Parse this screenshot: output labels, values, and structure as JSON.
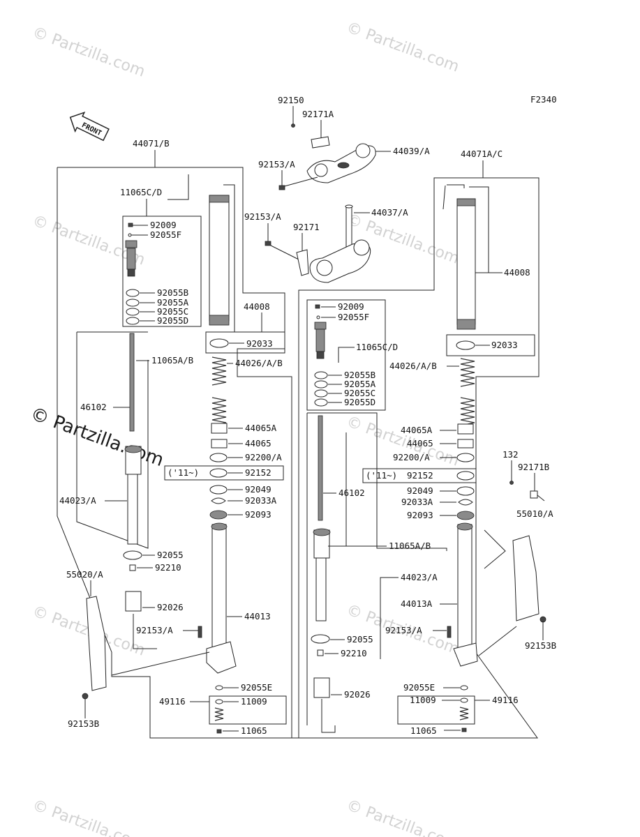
{
  "watermark": {
    "text": "© Partzilla.com",
    "strong_text": "© Partzilla.com"
  },
  "figure_code": "F2340",
  "front_label": "FRONT",
  "labels": {
    "p92150": "92150",
    "p92171A": "92171A",
    "p44039A": "44039/A",
    "p92153A_top": "92153/A",
    "p44037A": "44037/A",
    "p92153A_mid": "92153/A",
    "p92171": "92171",
    "p44071B": "44071/B",
    "p44071AC": "44071A/C",
    "L_11065CD": "11065C/D",
    "L_92009": "92009",
    "L_92055F": "92055F",
    "L_92055B": "92055B",
    "L_92055A": "92055A",
    "L_92055C": "92055C",
    "L_92055D": "92055D",
    "L_44008": "44008",
    "L_92033": "92033",
    "L_11065AB": "11065A/B",
    "L_44026AB": "44026/A/B",
    "L_46102": "46102",
    "L_44065A": "44065A",
    "L_44065": "44065",
    "L_92200A": "92200/A",
    "L_11": "('11~)",
    "L_92152": "92152",
    "L_44023A": "44023/A",
    "L_92049": "92049",
    "L_92033A": "92033A",
    "L_92093": "92093",
    "L_92055": "92055",
    "L_92210": "92210",
    "L_55020A": "55020/A",
    "L_92026": "92026",
    "L_44013": "44013",
    "L_92153A": "92153/A",
    "L_92055E": "92055E",
    "L_49116": "49116",
    "L_11009": "11009",
    "L_11065": "11065",
    "L_92153B": "92153B",
    "R_44008": "44008",
    "R_92009": "92009",
    "R_92055F": "92055F",
    "R_92033": "92033",
    "R_11065CD": "11065C/D",
    "R_44026AB": "44026/A/B",
    "R_92055B": "92055B",
    "R_92055A": "92055A",
    "R_92055C": "92055C",
    "R_92055D": "92055D",
    "R_44065A": "44065A",
    "R_44065": "44065",
    "R_92200A": "92200/A",
    "R_11": "('11~)",
    "R_92152": "92152",
    "R_132": "132",
    "R_92171B": "92171B",
    "R_92049": "92049",
    "R_92033A": "92033A",
    "R_92093": "92093",
    "R_46102": "46102",
    "R_55010A": "55010/A",
    "R_11065AB": "11065A/B",
    "R_44023A": "44023/A",
    "R_44013A": "44013A",
    "R_92153A": "92153/A",
    "R_92055": "92055",
    "R_92153B": "92153B",
    "R_92210": "92210",
    "R_92026": "92026",
    "R_92055E": "92055E",
    "R_11009": "11009",
    "R_49116": "49116",
    "R_11065": "11065"
  }
}
